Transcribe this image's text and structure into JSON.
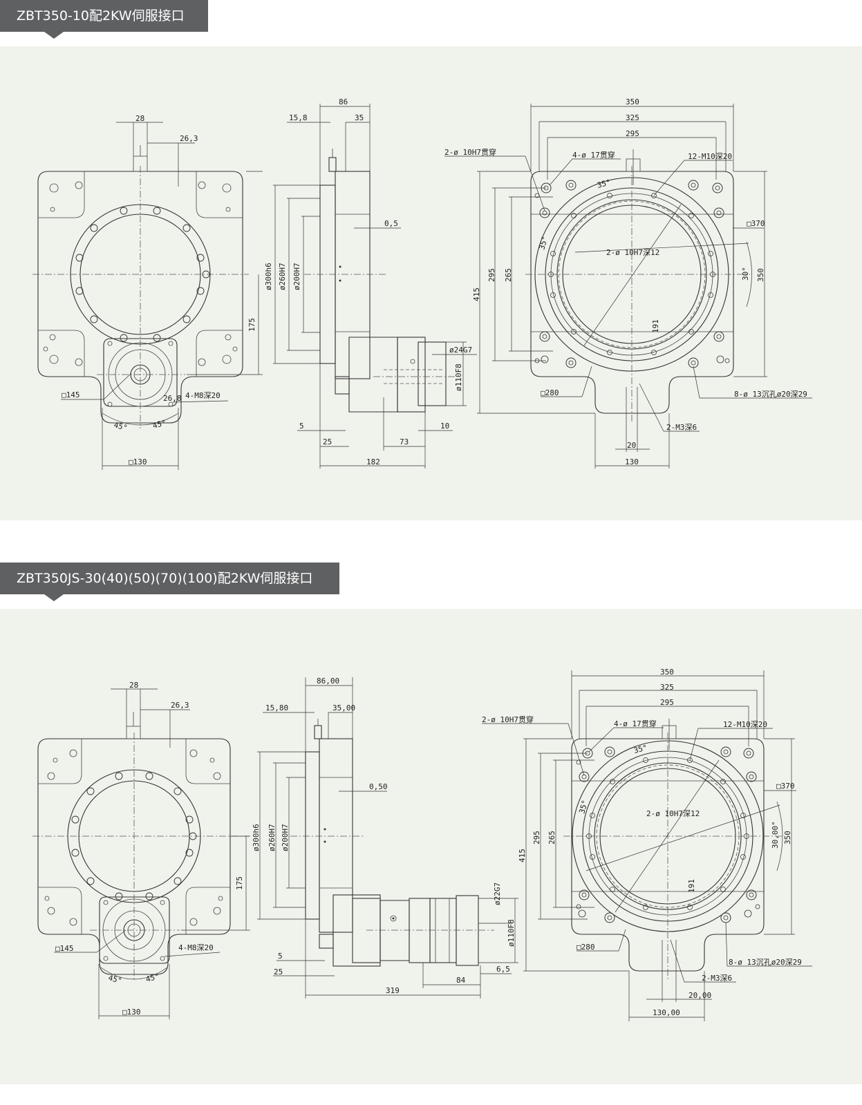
{
  "sections": [
    {
      "title": "ZBT350-10配2KW伺服接口",
      "front": {
        "d28": "28",
        "d26": "26,3",
        "d175": "175",
        "sq145": "□145",
        "d26_8": "26,8",
        "m8": "4-M8深20",
        "a1": "45°",
        "a2": "45°",
        "sq130": "□130"
      },
      "side": {
        "d86": "86",
        "d15": "15,8",
        "d35": "35",
        "d05": "0,5",
        "phi300": "ø300h6",
        "phi260": "ø260H7",
        "phi200": "ø200H7",
        "phi24": "ø24G7",
        "phi110": "ø110F8",
        "d5": "5",
        "d10": "10",
        "d25": "25",
        "d73": "73",
        "dtotal": "182"
      },
      "top": {
        "d350": "350",
        "d325": "325",
        "d295": "295",
        "hole2": "2-ø 10H7贯穿",
        "hole4": "4-ø 17贯穿",
        "m10": "12-M10深20",
        "ang35a": "35°",
        "ang35b": "35°",
        "sq370": "□370",
        "center": "2-ø 10H7深12",
        "h295": "295",
        "h265": "265",
        "h415": "415",
        "ang30": "30°",
        "h350": "350",
        "d191": "191",
        "sq280": "□280",
        "cb8": "8-ø 13沉孔ø20深29",
        "m3": "2-M3深6",
        "d20": "20",
        "d130": "130"
      }
    },
    {
      "title": "ZBT350JS-30(40)(50)(70)(100)配2KW伺服接口",
      "front": {
        "d28": "28",
        "d26": "26,3",
        "d175": "175",
        "sq145": "□145",
        "m8": "4-M8深20",
        "a1": "45°",
        "a2": "45°",
        "sq130": "□130"
      },
      "side": {
        "d86": "86,00",
        "d15": "15,80",
        "d35": "35,00",
        "d05": "0,50",
        "phi300": "ø300h6",
        "phi260": "ø260H7",
        "phi200": "ø200H7",
        "phi22": "ø22G7",
        "phi110": "ø110F8",
        "d5": "5",
        "d25": "25",
        "d84": "84",
        "d65": "6,5",
        "dtotal": "319"
      },
      "top": {
        "d350": "350",
        "d325": "325",
        "d295": "295",
        "hole2": "2-ø 10H7贯穿",
        "hole4": "4-ø 17贯穿",
        "m10": "12-M10深20",
        "ang35a": "35°",
        "ang35b": "35°",
        "sq370": "□370",
        "center": "2-ø 10H7深12",
        "h295": "295",
        "h265": "265",
        "h415": "415",
        "ang30": "30,00°",
        "h350": "350",
        "d191": "191",
        "sq280": "□280",
        "cb8": "8-ø 13沉孔ø20深29",
        "m3": "2-M3深6",
        "d20": "20,00",
        "d130": "130,00"
      }
    }
  ]
}
